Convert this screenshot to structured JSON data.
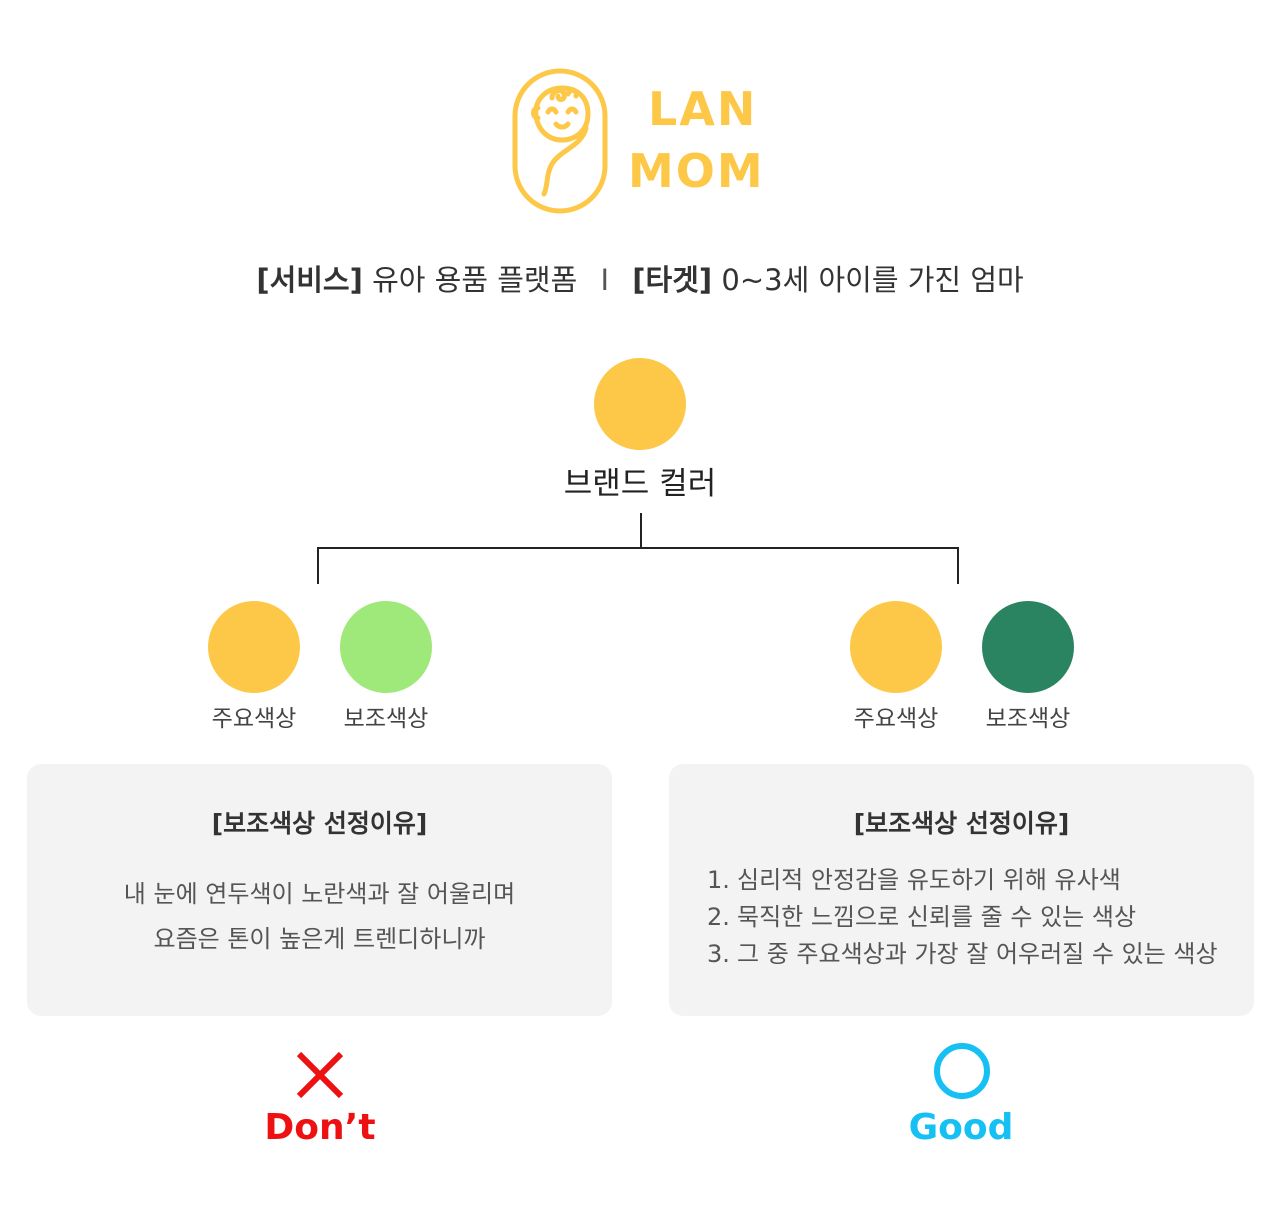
{
  "logo": {
    "line1": "LAN",
    "line2": "MOM",
    "color": "#fdc847",
    "icon": "baby-swaddle-icon"
  },
  "service_line": {
    "service_tag": "[서비스]",
    "service_text": "유아 용품 플랫폼",
    "separator": "I",
    "target_tag": "[타겟]",
    "target_text": "0~3세 아이를 가진 엄마"
  },
  "brand": {
    "label": "브랜드 컬러",
    "color": "#fdc847"
  },
  "options": [
    {
      "primary_label": "주요색상",
      "primary_color": "#fdc847",
      "secondary_label": "보조색상",
      "secondary_color": "#9fe87a",
      "card_title": "[보조색상 선정이유]",
      "reasons": [
        "내 눈에 연두색이 노란색과 잘 어울리며",
        "요즘은 톤이 높은게 트렌디하니까"
      ],
      "verdict_label": "Don’t",
      "verdict_icon": "x-mark-icon",
      "verdict_color": "#ee1111"
    },
    {
      "primary_label": "주요색상",
      "primary_color": "#fdc847",
      "secondary_label": "보조색상",
      "secondary_color": "#2b8461",
      "card_title": "[보조색상 선정이유]",
      "reasons": [
        {
          "num": "1.",
          "text": "심리적 안정감을 유도하기 위해 유사색"
        },
        {
          "num": "2.",
          "text": "묵직한 느낌으로 신뢰를 줄 수 있는 색상"
        },
        {
          "num": "3.",
          "text": "그 중 주요색상과 가장 잘 어우러질 수 있는 색상"
        }
      ],
      "verdict_label": "Good",
      "verdict_icon": "o-circle-icon",
      "verdict_color": "#16c0f2"
    }
  ]
}
